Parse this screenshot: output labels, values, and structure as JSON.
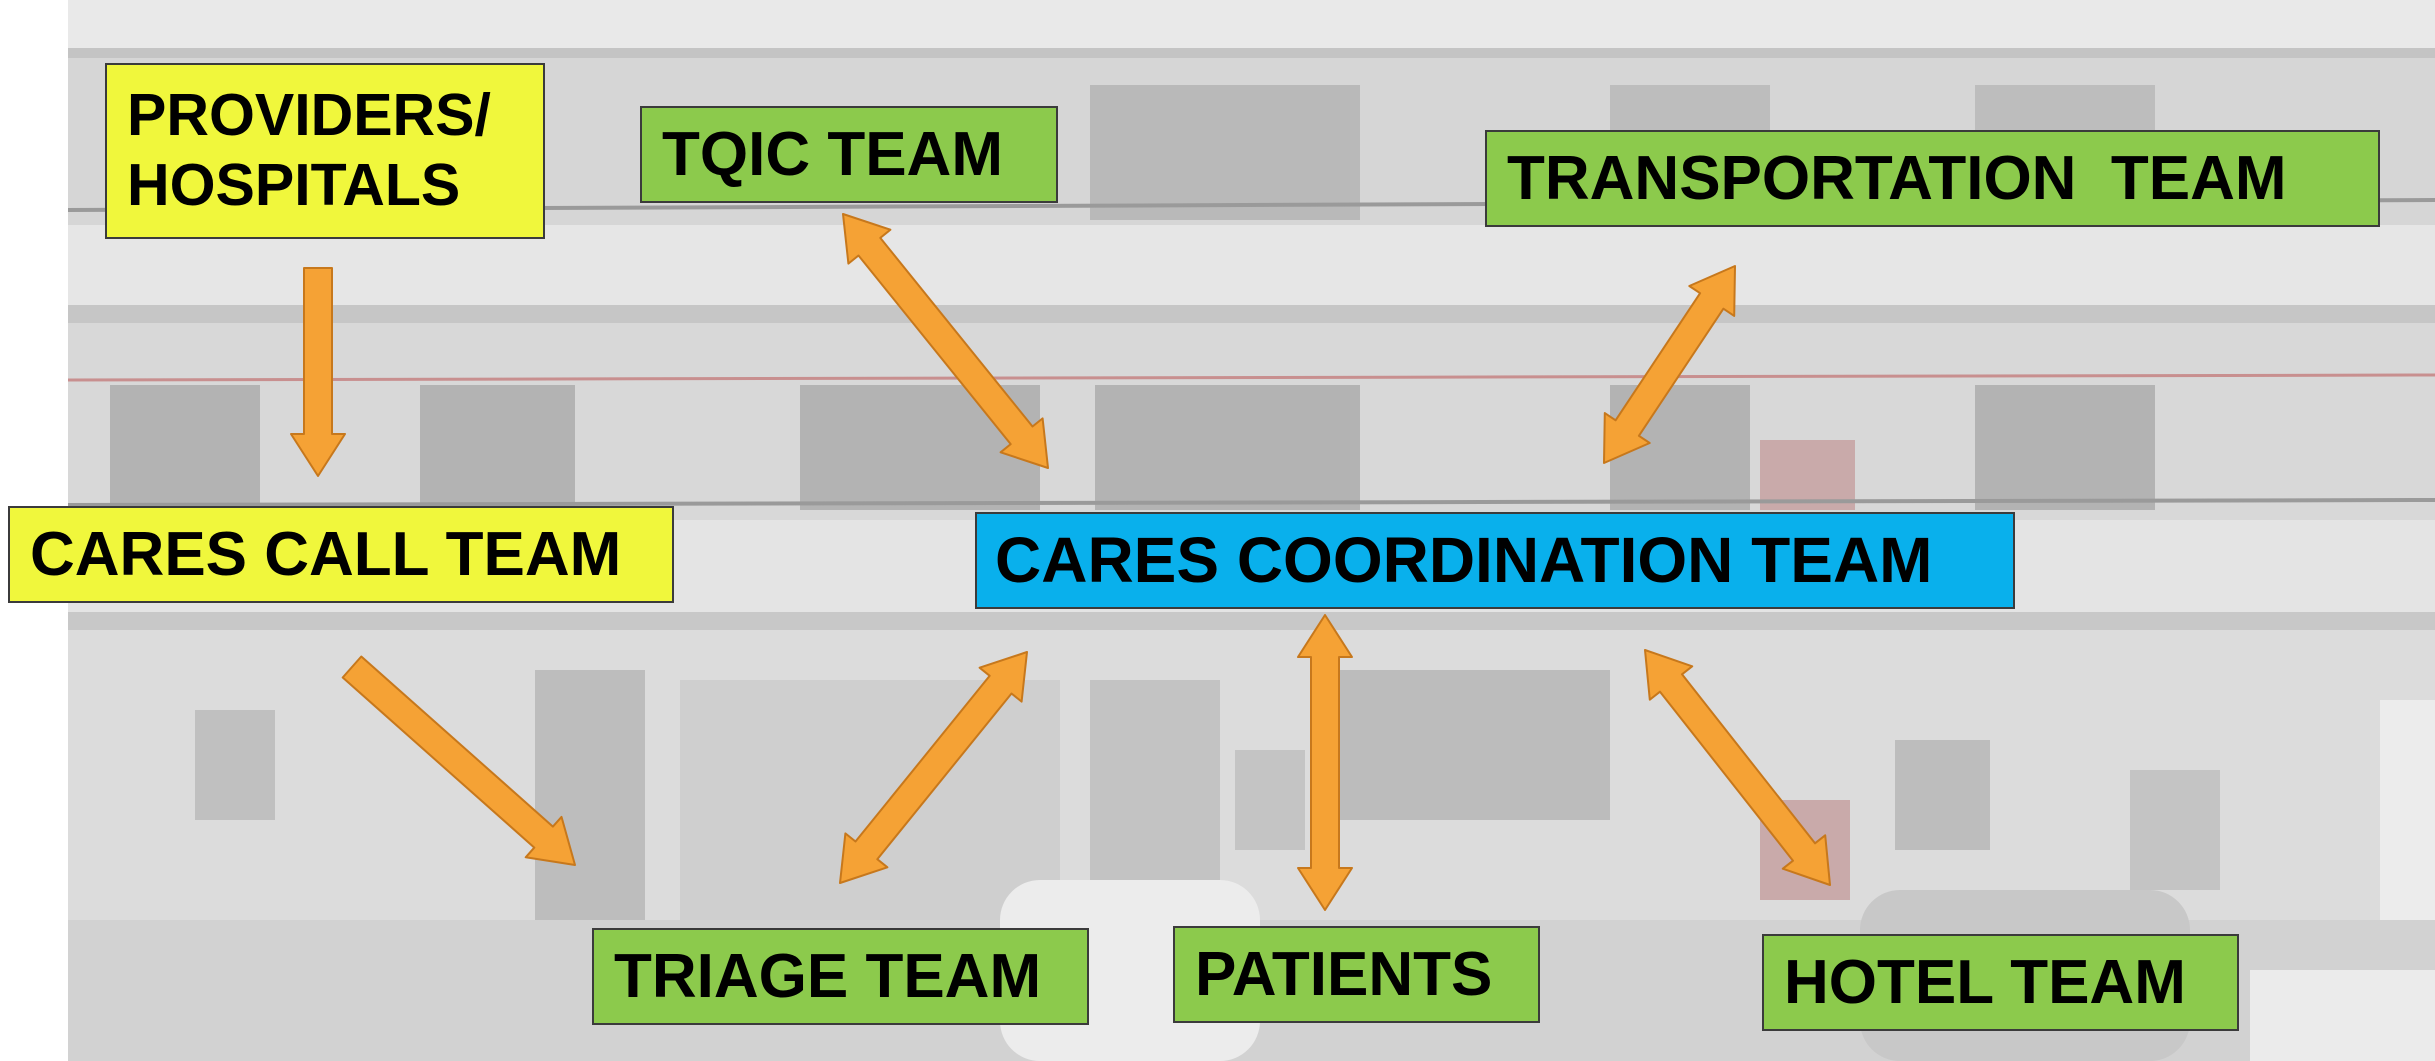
{
  "colors": {
    "yellow_box": "#f0f73c",
    "green_box": "#8cca4c",
    "blue_box": "#09b0ec",
    "arrow_fill": "#f5a235",
    "arrow_stroke": "#c7781c",
    "background_photo": "#e3e3e3"
  },
  "nodes": {
    "providers_hospitals": "PROVIDERS/ HOSPITALS",
    "tqic_team": "TQIC TEAM",
    "transportation_team": "TRANSPORTATION  TEAM",
    "cares_call_team": "CARES CALL TEAM",
    "cares_coordination_team": "CARES COORDINATION TEAM",
    "triage_team": "TRIAGE TEAM",
    "patients": "PATIENTS",
    "hotel_team": "HOTEL TEAM"
  },
  "edges": [
    {
      "from": "providers_hospitals",
      "to": "cares_call_team",
      "direction": "one-way"
    },
    {
      "from": "cares_call_team",
      "to": "triage_team",
      "direction": "one-way"
    },
    {
      "from": "tqic_team",
      "to": "cares_coordination_team",
      "direction": "two-way"
    },
    {
      "from": "transportation_team",
      "to": "cares_coordination_team",
      "direction": "two-way"
    },
    {
      "from": "triage_team",
      "to": "cares_coordination_team",
      "direction": "two-way"
    },
    {
      "from": "patients",
      "to": "cares_coordination_team",
      "direction": "two-way"
    },
    {
      "from": "hotel_team",
      "to": "cares_coordination_team",
      "direction": "two-way"
    }
  ]
}
